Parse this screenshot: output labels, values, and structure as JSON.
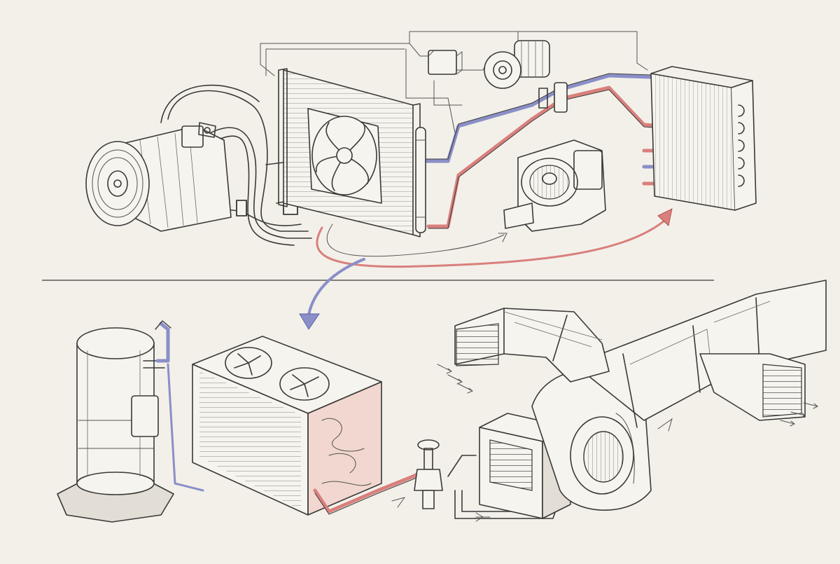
{
  "colors": {
    "paper": "#f3f0ea",
    "ink": "#3a3936",
    "hot": "#d9807c",
    "cold": "#8a8fc8",
    "coil_glow": "#eec3b8"
  },
  "components": {
    "car_system": [
      "ac-compressor",
      "radiator-fan",
      "receiver-drier",
      "pressure-switch",
      "cabin-blower",
      "evaporator-core"
    ],
    "home_system": [
      "scroll-compressor",
      "condenser-unit",
      "expansion-valve",
      "air-handler",
      "supply-duct"
    ]
  }
}
